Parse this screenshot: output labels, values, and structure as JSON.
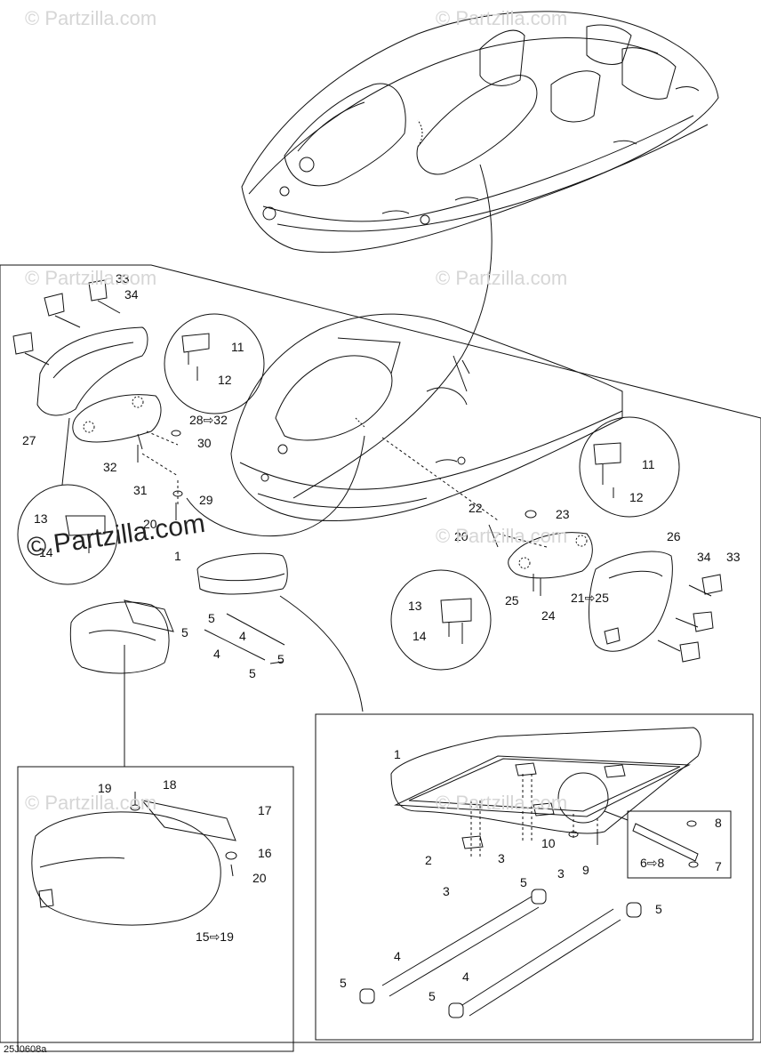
{
  "watermark": "© Partzilla.com",
  "diagram_code": "25J0608a",
  "callouts": {
    "top_left": [
      "33",
      "34",
      "27",
      "11",
      "12",
      "28⇨32",
      "30",
      "32",
      "31",
      "29",
      "20",
      "13",
      "14"
    ],
    "seat_labels": [
      "1",
      "5",
      "5",
      "4",
      "4",
      "5",
      "5"
    ],
    "right_side": [
      "22",
      "23",
      "20",
      "26",
      "34",
      "33",
      "11",
      "12",
      "21⇨25",
      "25",
      "24",
      "13",
      "14"
    ],
    "base_box": [
      "19",
      "18",
      "17",
      "16",
      "20",
      "15⇨19"
    ],
    "detail_box": [
      "1",
      "2",
      "3",
      "3",
      "3",
      "10",
      "9",
      "5",
      "5",
      "4",
      "4",
      "5",
      "5",
      "8",
      "6⇨8",
      "7"
    ]
  },
  "labels": {
    "l33a": "33",
    "l34a": "34",
    "l27": "27",
    "l11a": "11",
    "l12a": "12",
    "l28": "28⇨32",
    "l30": "30",
    "l32": "32",
    "l31": "31",
    "l29": "29",
    "l20a": "20",
    "l13a": "13",
    "l14a": "14",
    "l1a": "1",
    "l5a": "5",
    "l5b": "5",
    "l4a": "4",
    "l4b": "4",
    "l5c": "5",
    "l5d": "5",
    "l22": "22",
    "l23": "23",
    "l20b": "20",
    "l26": "26",
    "l34b": "34",
    "l33b": "33",
    "l11b": "11",
    "l12b": "12",
    "l21": "21⇨25",
    "l25": "25",
    "l24": "24",
    "l13b": "13",
    "l14b": "14",
    "l19": "19",
    "l18": "18",
    "l17": "17",
    "l16": "16",
    "l20c": "20",
    "l15": "15⇨19",
    "d1": "1",
    "d2": "2",
    "d3a": "3",
    "d3b": "3",
    "d3c": "3",
    "d10": "10",
    "d9": "9",
    "d5a": "5",
    "d5b": "5",
    "d4a": "4",
    "d4b": "4",
    "d5c": "5",
    "d5d": "5",
    "d8": "8",
    "d68": "6⇨8",
    "d7": "7"
  }
}
